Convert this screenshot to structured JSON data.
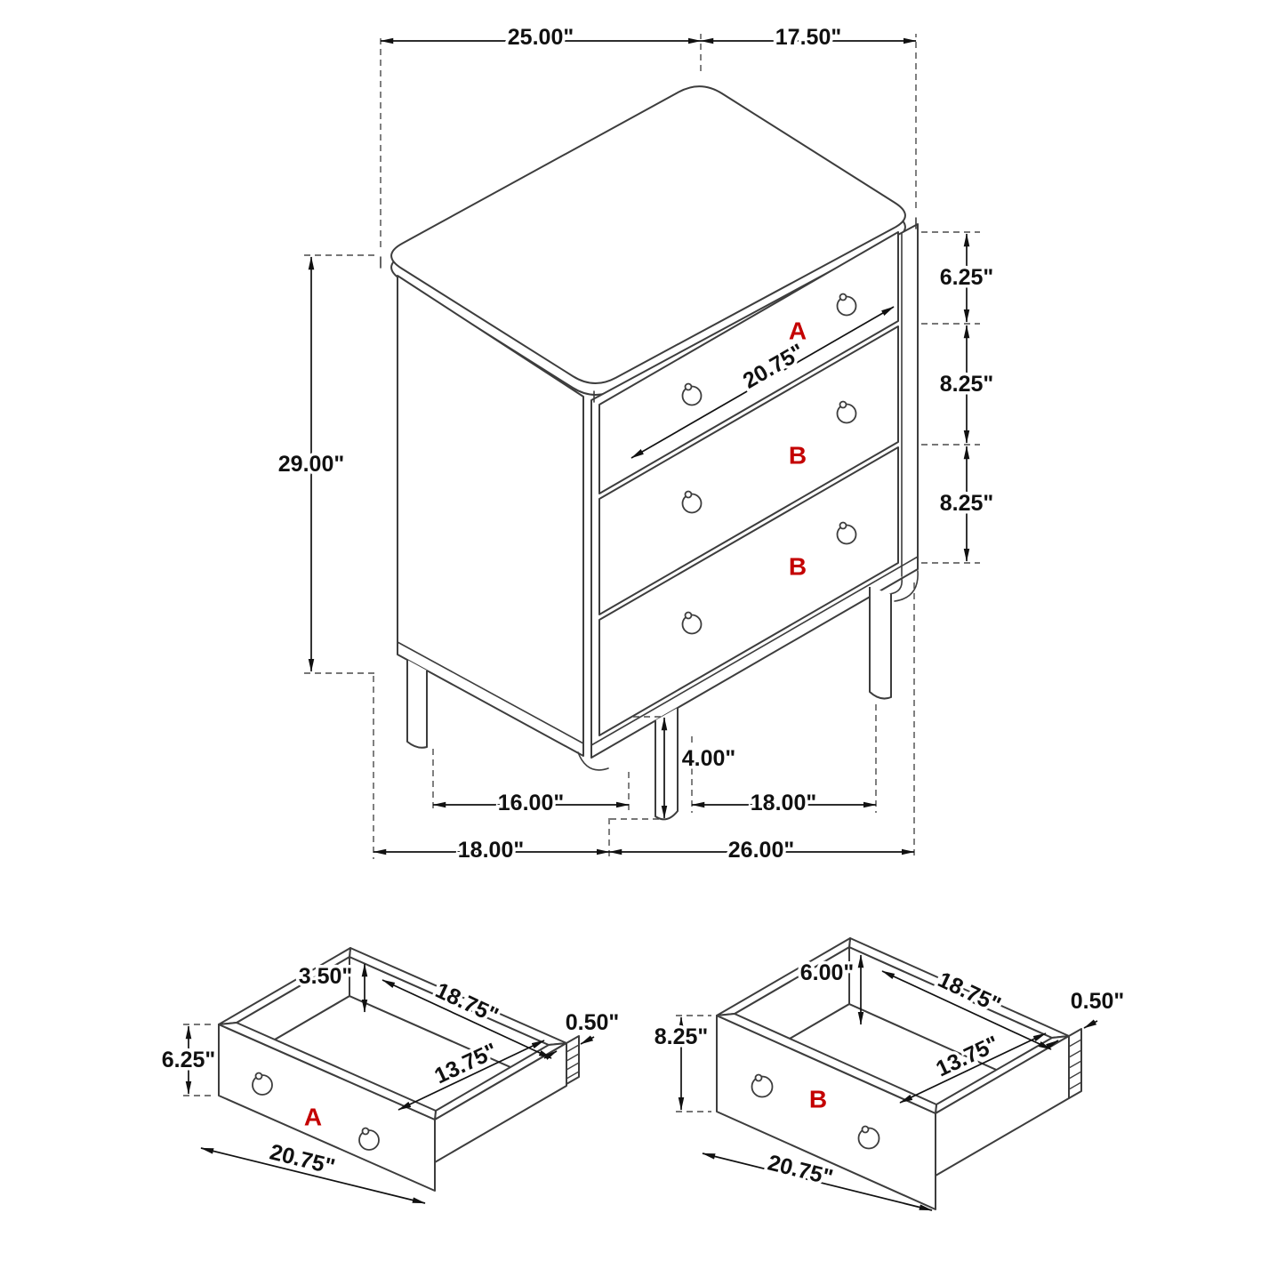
{
  "colors": {
    "line": "#3d3d3d",
    "dimension_text": "#111111",
    "accent_red": "#c40000",
    "background": "#ffffff"
  },
  "main_view": {
    "top_width": "25.00\"",
    "top_depth": "17.50\"",
    "overall_height": "29.00\"",
    "top_drawer_height": "6.25\"",
    "middle_drawer_height": "8.25\"",
    "bottom_drawer_height": "8.25\"",
    "drawer_front_width": "20.75\"",
    "leg_height": "4.00\"",
    "leg_spacing_front": "16.00\"",
    "leg_spacing_side": "18.00\"",
    "base_depth": "18.00\"",
    "base_width": "26.00\"",
    "top_drawer_label": "A",
    "middle_drawer_label": "B",
    "bottom_drawer_label": "B"
  },
  "drawer_a_detail": {
    "label": "A",
    "back_height": "3.50\"",
    "interior_length": "18.75\"",
    "side_thickness": "0.50\"",
    "interior_depth": "13.75\"",
    "front_height": "6.25\"",
    "front_width": "20.75\""
  },
  "drawer_b_detail": {
    "label": "B",
    "back_height": "6.00\"",
    "interior_length": "18.75\"",
    "side_thickness": "0.50\"",
    "interior_depth": "13.75\"",
    "front_height": "8.25\"",
    "front_width": "20.75\""
  }
}
